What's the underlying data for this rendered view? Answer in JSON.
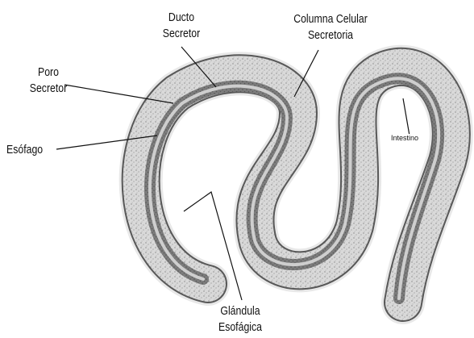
{
  "labels": {
    "ducto_l1": "Ducto",
    "ducto_l2": "Secretor",
    "columna_l1": "Columna Celular",
    "columna_l2": "Secretoria",
    "poro_l1": "Poro",
    "poro_l2": "Secretor",
    "esofago": "Esófago",
    "intestino": "Intestino",
    "glandula_l1": "Glándula",
    "glandula_l2": "Esofágica"
  },
  "colors": {
    "ink": "#111111",
    "stipple_light": "#cfcfcf",
    "stipple_dark": "#2a2a2a",
    "background": "#ffffff"
  }
}
